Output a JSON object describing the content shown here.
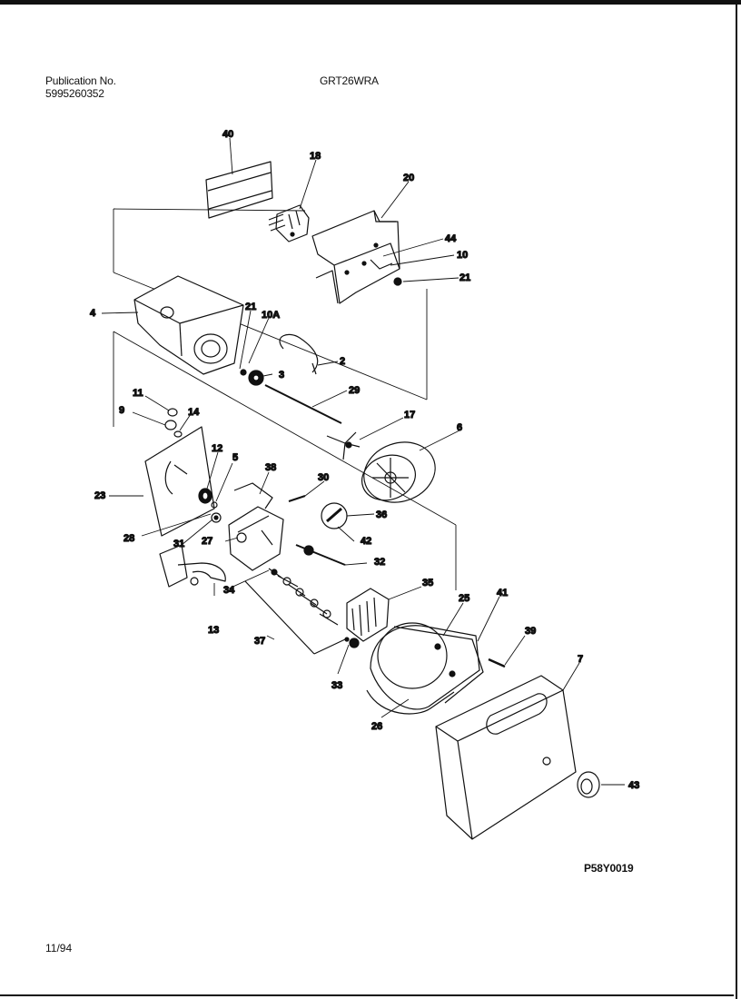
{
  "header": {
    "publication_label": "Publication No.",
    "publication_number": "5995260352",
    "model": "GRT26WRA"
  },
  "footer": {
    "diagram_code": "P58Y0019",
    "date": "11/94"
  },
  "callouts": {
    "c40": "40",
    "c18": "18",
    "c20": "20",
    "c44": "44",
    "c10": "10",
    "c21a": "21",
    "c4": "4",
    "c21b": "21",
    "c10A": "10A",
    "c2": "2",
    "c3": "3",
    "c29": "29",
    "c11": "11",
    "c9": "9",
    "c14": "14",
    "c17": "17",
    "c6": "6",
    "c12": "12",
    "c5": "5",
    "c38": "38",
    "c30": "30",
    "c23": "23",
    "c36": "36",
    "c28": "28",
    "c31": "31",
    "c27": "27",
    "c42": "42",
    "c32": "32",
    "c35": "35",
    "c34": "34",
    "c25": "25",
    "c41": "41",
    "c13": "13",
    "c37": "37",
    "c39": "39",
    "c7": "7",
    "c33": "33",
    "c26": "26",
    "c43": "43"
  }
}
